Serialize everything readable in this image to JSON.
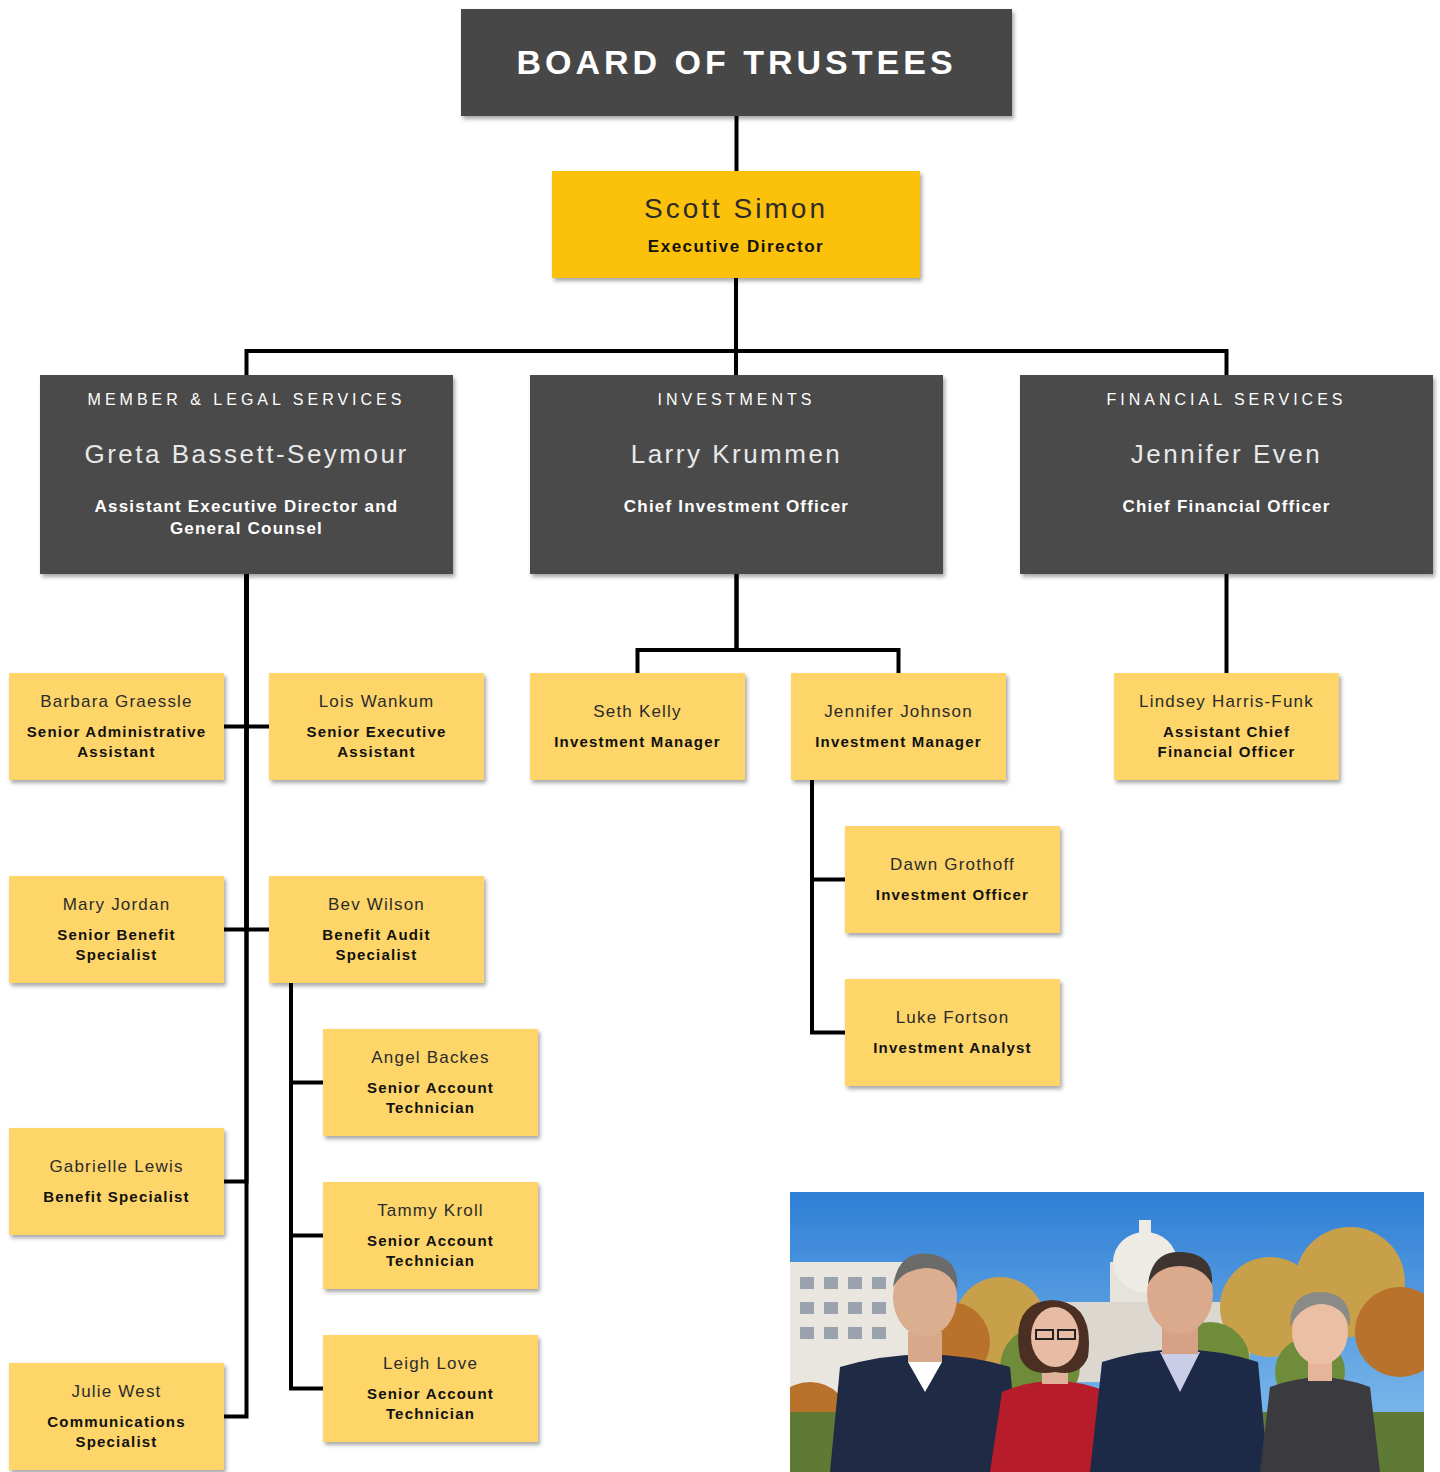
{
  "diagram": {
    "nodes": [
      {
        "text": [
          "BOARD OF TRUSTEES"
        ]
      },
      {
        "text": [
          "Scott Simon",
          "Executive Director"
        ]
      },
      {
        "text": [
          "MEMBER & LEGAL SERVICES",
          "Greta Bassett-Seymour",
          "Assistant Executive Director and General Counsel"
        ]
      },
      {
        "text": [
          "INVESTMENTS",
          "Larry Krummen",
          "Chief Investment Officer"
        ]
      },
      {
        "text": [
          "FINANCIAL SERVICES",
          "Jennifer Even",
          "Chief Financial Officer"
        ]
      },
      {
        "text": [
          "Barbara Graessle",
          "Senior Administrative Assistant"
        ]
      },
      {
        "text": [
          "Lois Wankum",
          "Senior Executive Assistant"
        ]
      },
      {
        "text": [
          "Seth Kelly",
          "Investment Manager"
        ]
      },
      {
        "text": [
          "Jennifer Johnson",
          "Investment Manager"
        ]
      },
      {
        "text": [
          "Lindsey Harris-Funk",
          "Assistant Chief Financial Officer"
        ]
      },
      {
        "text": [
          "Mary Jordan",
          "Senior Benefit Specialist"
        ]
      },
      {
        "text": [
          "Bev Wilson",
          "Benefit Audit Specialist"
        ]
      },
      {
        "text": [
          "Dawn Grothoff",
          "Investment Officer"
        ]
      },
      {
        "text": [
          "Angel Backes",
          "Senior Account Technician"
        ]
      },
      {
        "text": [
          "Luke Fortson",
          "Investment Analyst"
        ]
      },
      {
        "text": [
          "Gabrielle Lewis",
          "Benefit Specialist"
        ]
      },
      {
        "text": [
          "Tammy Kroll",
          "Senior Account Technician"
        ]
      },
      {
        "text": [
          "Leigh Love",
          "Senior Account Technician"
        ]
      },
      {
        "text": [
          "Julie West",
          "Communications Specialist"
        ]
      }
    ],
    "edges": [
      {
        "from": 0,
        "to": 1,
        "arrow": "none"
      },
      {
        "from": 1,
        "to": 2,
        "arrow": "none"
      },
      {
        "from": 1,
        "to": 3,
        "arrow": "none"
      },
      {
        "from": 1,
        "to": 4,
        "arrow": "none"
      },
      {
        "from": 2,
        "to": 5,
        "arrow": "none"
      },
      {
        "from": 2,
        "to": 6,
        "arrow": "none"
      },
      {
        "from": 2,
        "to": 10,
        "arrow": "none"
      },
      {
        "from": 2,
        "to": 11,
        "arrow": "none"
      },
      {
        "from": 2,
        "to": 15,
        "arrow": "none"
      },
      {
        "from": 2,
        "to": 18,
        "arrow": "none"
      },
      {
        "from": 3,
        "to": 7,
        "arrow": "none"
      },
      {
        "from": 3,
        "to": 8,
        "arrow": "none"
      },
      {
        "from": 4,
        "to": 9,
        "arrow": "none"
      },
      {
        "from": 8,
        "to": 12,
        "arrow": "none"
      },
      {
        "from": 8,
        "to": 14,
        "arrow": "none"
      },
      {
        "from": 11,
        "to": 13,
        "arrow": "none"
      },
      {
        "from": 11,
        "to": 16,
        "arrow": "none"
      },
      {
        "from": 11,
        "to": 17,
        "arrow": "none"
      }
    ]
  }
}
